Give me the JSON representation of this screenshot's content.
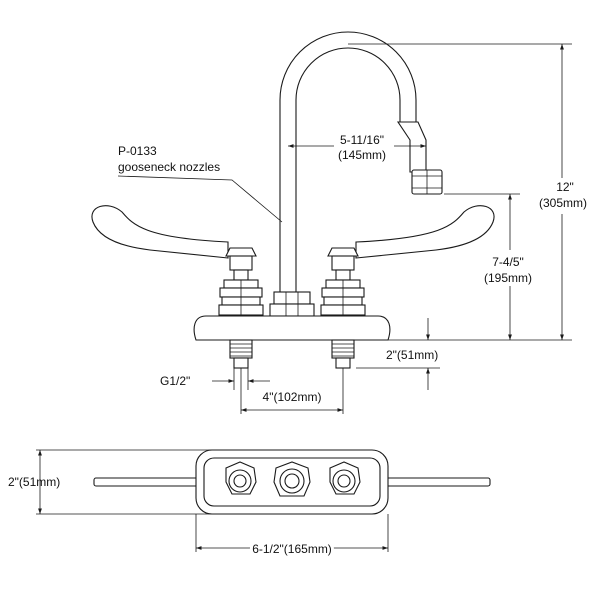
{
  "labels": {
    "part_number": "P-0133",
    "part_name": "gooseneck nozzles",
    "spout_reach": "5-11/16\"",
    "spout_reach_mm": "(145mm)",
    "total_height": "12\"",
    "total_height_mm": "(305mm)",
    "spout_height": "7-4/5\"",
    "spout_height_mm": "(195mm)",
    "shank_length": "2\"(51mm)",
    "thread": "G1/2\"",
    "centers": "4\"(102mm)",
    "base_depth": "2\"(51mm)",
    "base_width": "6-1/2\"(165mm)"
  },
  "colors": {
    "line": "#1a1a1a",
    "background": "#ffffff"
  }
}
